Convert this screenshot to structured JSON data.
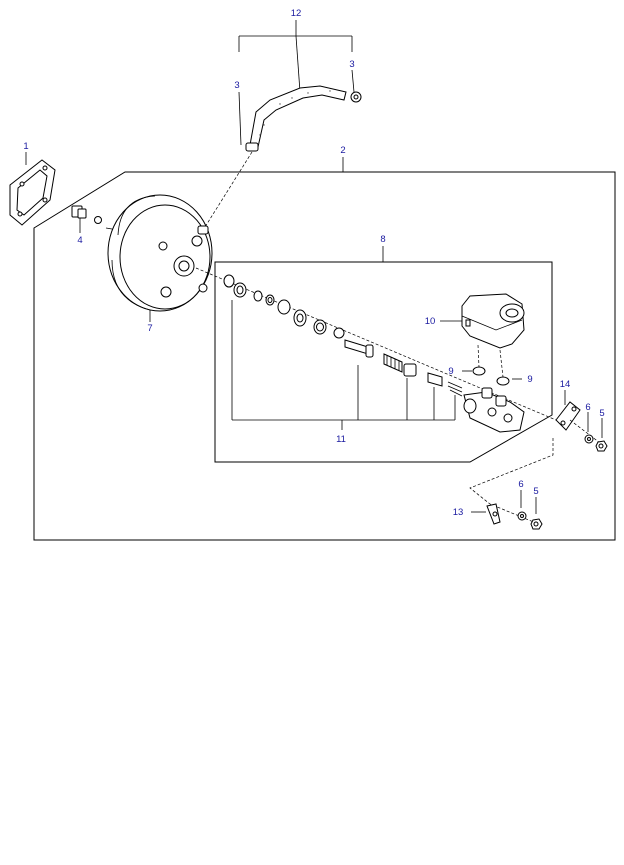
{
  "callouts": {
    "c1": "1",
    "c2": "2",
    "c3a": "3",
    "c3b": "3",
    "c4": "4",
    "c5a": "5",
    "c5b": "5",
    "c6a": "6",
    "c6b": "6",
    "c7": "7",
    "c8": "8",
    "c9a": "9",
    "c9b": "9",
    "c10": "10",
    "c11": "11",
    "c12": "12",
    "c13": "13",
    "c14": "14"
  },
  "colors": {
    "callout_text": "#1a1aa0",
    "line": "#000000",
    "background": "#ffffff"
  }
}
